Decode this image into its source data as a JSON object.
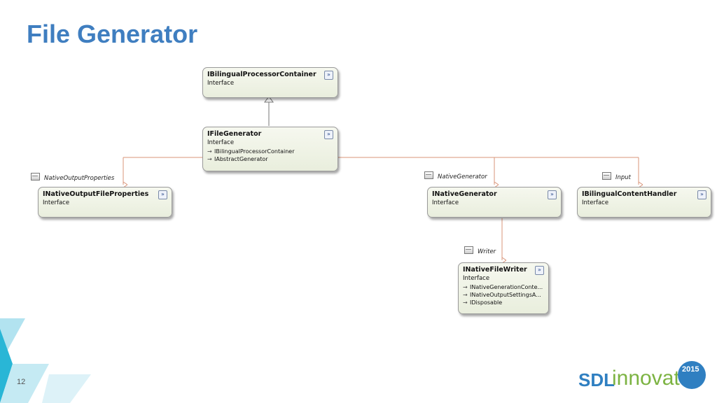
{
  "slide": {
    "title": "File Generator",
    "page_number": "12"
  },
  "boxes": {
    "container": {
      "name": "IBilingualProcessorContainer",
      "kind": "Interface",
      "members": []
    },
    "filegen": {
      "name": "IFileGenerator",
      "kind": "Interface",
      "members": [
        "IBilingualProcessorContainer",
        "IAbstractGenerator"
      ]
    },
    "outprops": {
      "name": "INativeOutputFileProperties",
      "kind": "Interface",
      "members": []
    },
    "natgen": {
      "name": "INativeGenerator",
      "kind": "Interface",
      "members": []
    },
    "handler": {
      "name": "IBilingualContentHandler",
      "kind": "Interface",
      "members": []
    },
    "writer": {
      "name": "INativeFileWriter",
      "kind": "Interface",
      "members": [
        "INativeGenerationConte...",
        "INativeOutputSettingsA...",
        "IDisposable"
      ]
    }
  },
  "associations": {
    "native_output_properties": "NativeOutputProperties",
    "native_generator": "NativeGenerator",
    "input": "Input",
    "writer": "Writer"
  },
  "collapse_glyph": "»",
  "inherit_glyph": "→",
  "logo": {
    "sdl": "SDL",
    "innovate": "innovate",
    "year": "2015"
  },
  "colors": {
    "title": "#3f7ec0",
    "connector": "#d9957a",
    "inheritance": "#777777",
    "box_top": "#f6f8ef",
    "box_bottom": "#e9eedd",
    "accent_teal": "#29b6d6",
    "logo_blue": "#2f7fc1",
    "logo_green": "#7cb342"
  }
}
